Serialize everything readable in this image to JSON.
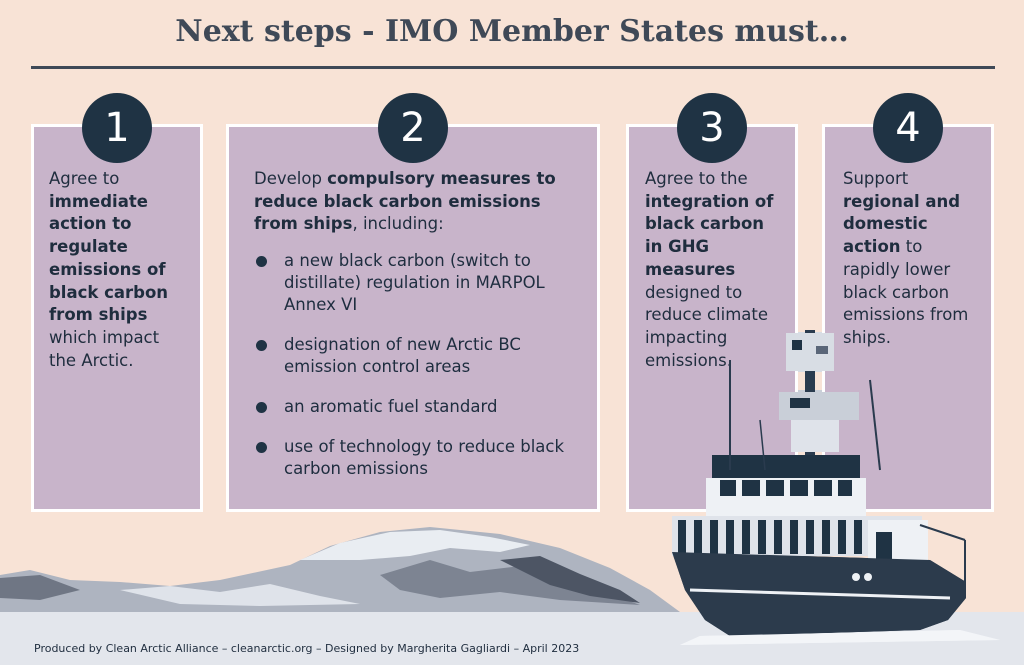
{
  "header": {
    "title": "Next steps - IMO Member States must…"
  },
  "steps": [
    {
      "number": "1",
      "pre": "Agree to ",
      "bold": "immediate action to regulate emissions of black carbon from ships",
      "post": " which impact the Arctic."
    },
    {
      "number": "2",
      "pre": "Develop ",
      "bold": "compulsory measures to reduce black carbon emissions from ships",
      "post": ", including:",
      "bullets": [
        "a new black carbon (switch to distillate) regulation in MARPOL Annex VI",
        "designation of new Arctic BC emission control areas",
        "an aromatic fuel standard",
        "use of technology to reduce black carbon emissions"
      ]
    },
    {
      "number": "3",
      "pre": "Agree to the ",
      "bold": "integration of black carbon in GHG measures",
      "post": " designed to reduce climate impacting emissions."
    },
    {
      "number": "4",
      "pre": "Support ",
      "bold": "regional and domestic action",
      "post": " to rapidly lower black carbon emissions from ships."
    }
  ],
  "footer": {
    "credit": "Produced by Clean Arctic Alliance – cleanarctic.org – Designed by Margherita Gagliardi – April 2023"
  },
  "colors": {
    "background": "#f8e3d6",
    "card": "#c8b4ca",
    "badge": "#1f3344",
    "text": "#1f2d3e",
    "title": "#3f4957"
  }
}
